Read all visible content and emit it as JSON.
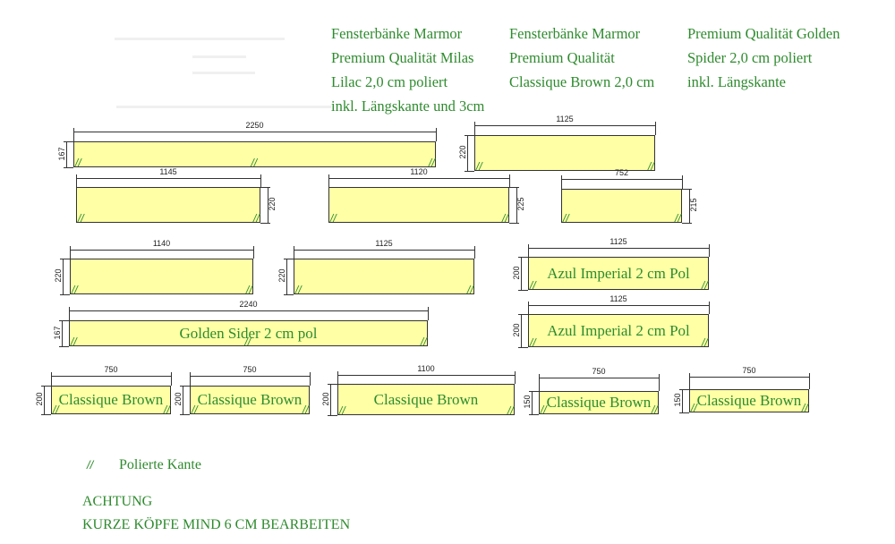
{
  "notes": [
    {
      "id": "milas",
      "lines": [
        "Fensterbänke Marmor",
        "Premium Qualität Milas",
        "Lilac 2,0 cm poliert",
        "inkl. Längskante und 3cm"
      ]
    },
    {
      "id": "classique",
      "lines": [
        "Fensterbänke Marmor",
        "Premium Qualität",
        "Classique Brown 2,0 cm"
      ]
    },
    {
      "id": "golden",
      "lines": [
        "Premium Qualität Golden",
        "Spider 2,0 cm poliert",
        "inkl. Längskante"
      ]
    }
  ],
  "polish_mark": "//",
  "slabs": [
    {
      "w": "2250",
      "h": "167",
      "label": ""
    },
    {
      "w": "1125",
      "h": "220",
      "label": ""
    },
    {
      "w": "1145",
      "h": "220",
      "label": ""
    },
    {
      "w": "1120",
      "h": "225",
      "label": ""
    },
    {
      "w": "752",
      "h": "215",
      "label": ""
    },
    {
      "w": "1140",
      "h": "220",
      "label": ""
    },
    {
      "w": "1125",
      "h": "220",
      "label": ""
    },
    {
      "w": "1125",
      "h": "200",
      "label": "Azul Imperial 2 cm Pol"
    },
    {
      "w": "2240",
      "h": "167",
      "label": "Golden Sider 2 cm pol"
    },
    {
      "w": "1125",
      "h": "200",
      "label": "Azul Imperial 2 cm Pol"
    },
    {
      "w": "750",
      "h": "200",
      "label": "Classique Brown"
    },
    {
      "w": "750",
      "h": "200",
      "label": "Classique Brown"
    },
    {
      "w": "1100",
      "h": "200",
      "label": "Classique Brown"
    },
    {
      "w": "750",
      "h": "150",
      "label": "Classique Brown"
    },
    {
      "w": "750",
      "h": "150",
      "label": "Classique Brown"
    }
  ],
  "legend": {
    "mark": "//",
    "text": "Polierte Kante"
  },
  "warning": {
    "title": "ACHTUNG",
    "text": "KURZE KÖPFE MIND 6 CM BEARBEITEN"
  }
}
